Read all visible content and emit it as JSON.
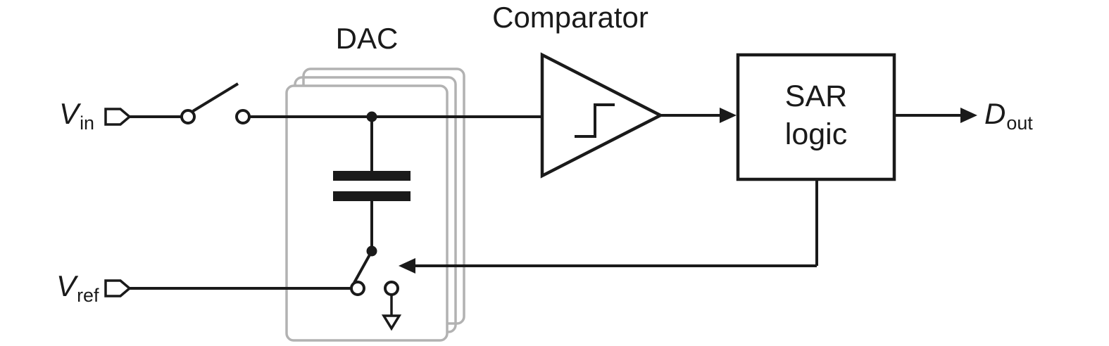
{
  "labels": {
    "vin": {
      "main": "V",
      "sub": "in"
    },
    "vref": {
      "main": "V",
      "sub": "ref"
    },
    "dac": "DAC",
    "comparator": "Comparator",
    "sar": {
      "line1": "SAR",
      "line2": "logic"
    },
    "dout": {
      "main": "D",
      "sub": "out"
    }
  },
  "colors": {
    "line": "#1a1a1a",
    "stack_gray": "#b2b2b2",
    "background": "#ffffff"
  }
}
